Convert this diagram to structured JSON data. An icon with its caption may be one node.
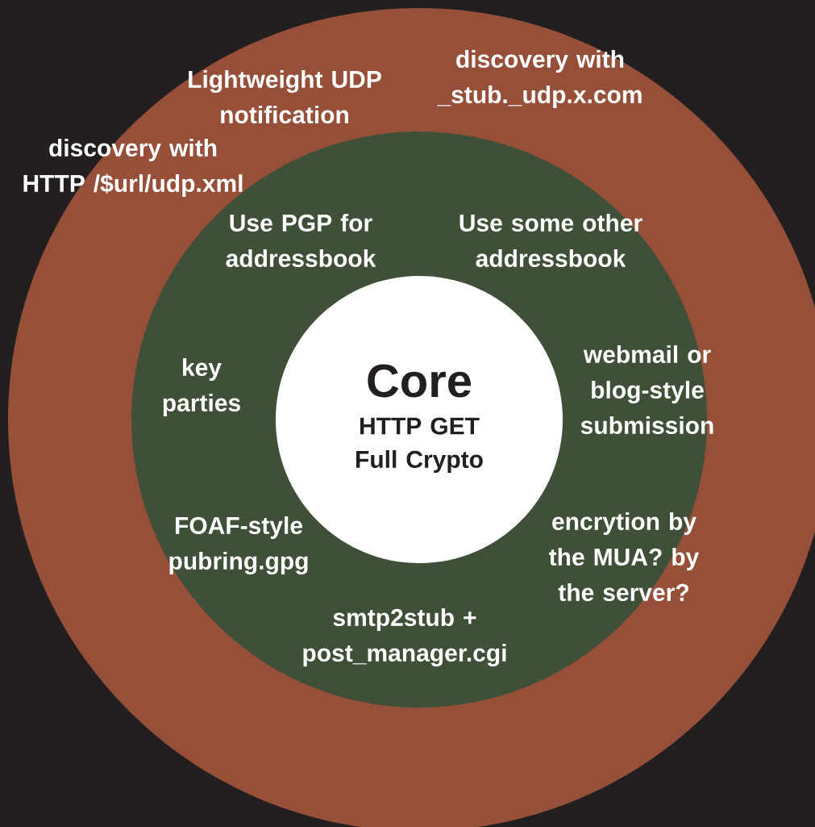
{
  "diagram": {
    "nodes": [
      {
        "text": [
          "Lightweight UDP notification",
          "discovery with _stub._udp.x.com",
          "discovery with HTTP /$url/udp.xml"
        ]
      },
      {
        "text": [
          "Use PGP for addressbook",
          "Use some other addressbook",
          "key parties",
          "webmail or blog-style submission",
          "FOAF-style pubring.gpg",
          "encrytion by the MUA? by the server?",
          "smtp2stub + post_manager.cgi"
        ],
        "in": 0
      },
      {
        "text": [
          "Core",
          "HTTP GET",
          "Full Crypto"
        ],
        "in": 1
      }
    ]
  }
}
